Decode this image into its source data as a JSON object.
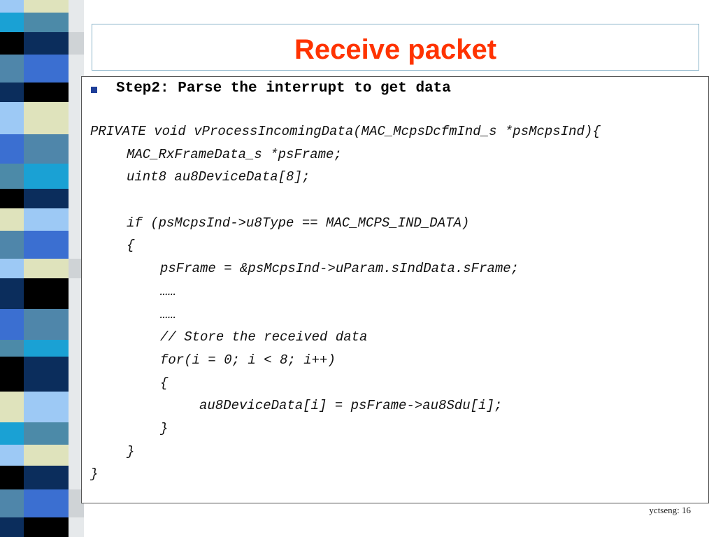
{
  "slide": {
    "title": "Receive packet",
    "step_heading": "Step2: Parse the interrupt to get data",
    "code_lines": [
      {
        "indent": 0,
        "text": "PRIVATE void vProcessIncomingData(MAC_McpsDcfmInd_s *psMcpsInd){"
      },
      {
        "indent": 1,
        "text": "MAC_RxFrameData_s *psFrame;"
      },
      {
        "indent": 1,
        "text": "uint8 au8DeviceData[8];"
      },
      {
        "indent": 0,
        "text": ""
      },
      {
        "indent": 1,
        "text": "if (psMcpsInd->u8Type == MAC_MCPS_IND_DATA)"
      },
      {
        "indent": 1,
        "text": "{"
      },
      {
        "indent": 2,
        "text": "psFrame = &psMcpsInd->uParam.sIndData.sFrame;"
      },
      {
        "indent": 2,
        "text": "……"
      },
      {
        "indent": 2,
        "text": "……"
      },
      {
        "indent": 2,
        "text": "// Store the received data"
      },
      {
        "indent": 2,
        "text": "for(i = 0; i < 8; i++)"
      },
      {
        "indent": 2,
        "text": "{"
      },
      {
        "indent": 3,
        "text": "au8DeviceData[i] = psFrame->au8Sdu[i];"
      },
      {
        "indent": 2,
        "text": "}"
      },
      {
        "indent": 1,
        "text": "}"
      },
      {
        "indent": 0,
        "text": "}"
      }
    ],
    "footer": "yctseng: 16"
  },
  "colors": {
    "title": "#ff3300",
    "bullet": "#1f3f99",
    "stripe_palette": [
      "#0b2d5c",
      "#4c8aa8",
      "#dfe3bc",
      "#3b6fd1",
      "#000000",
      "#1aa1d4",
      "#9dc9f5",
      "#4f86aa"
    ]
  }
}
